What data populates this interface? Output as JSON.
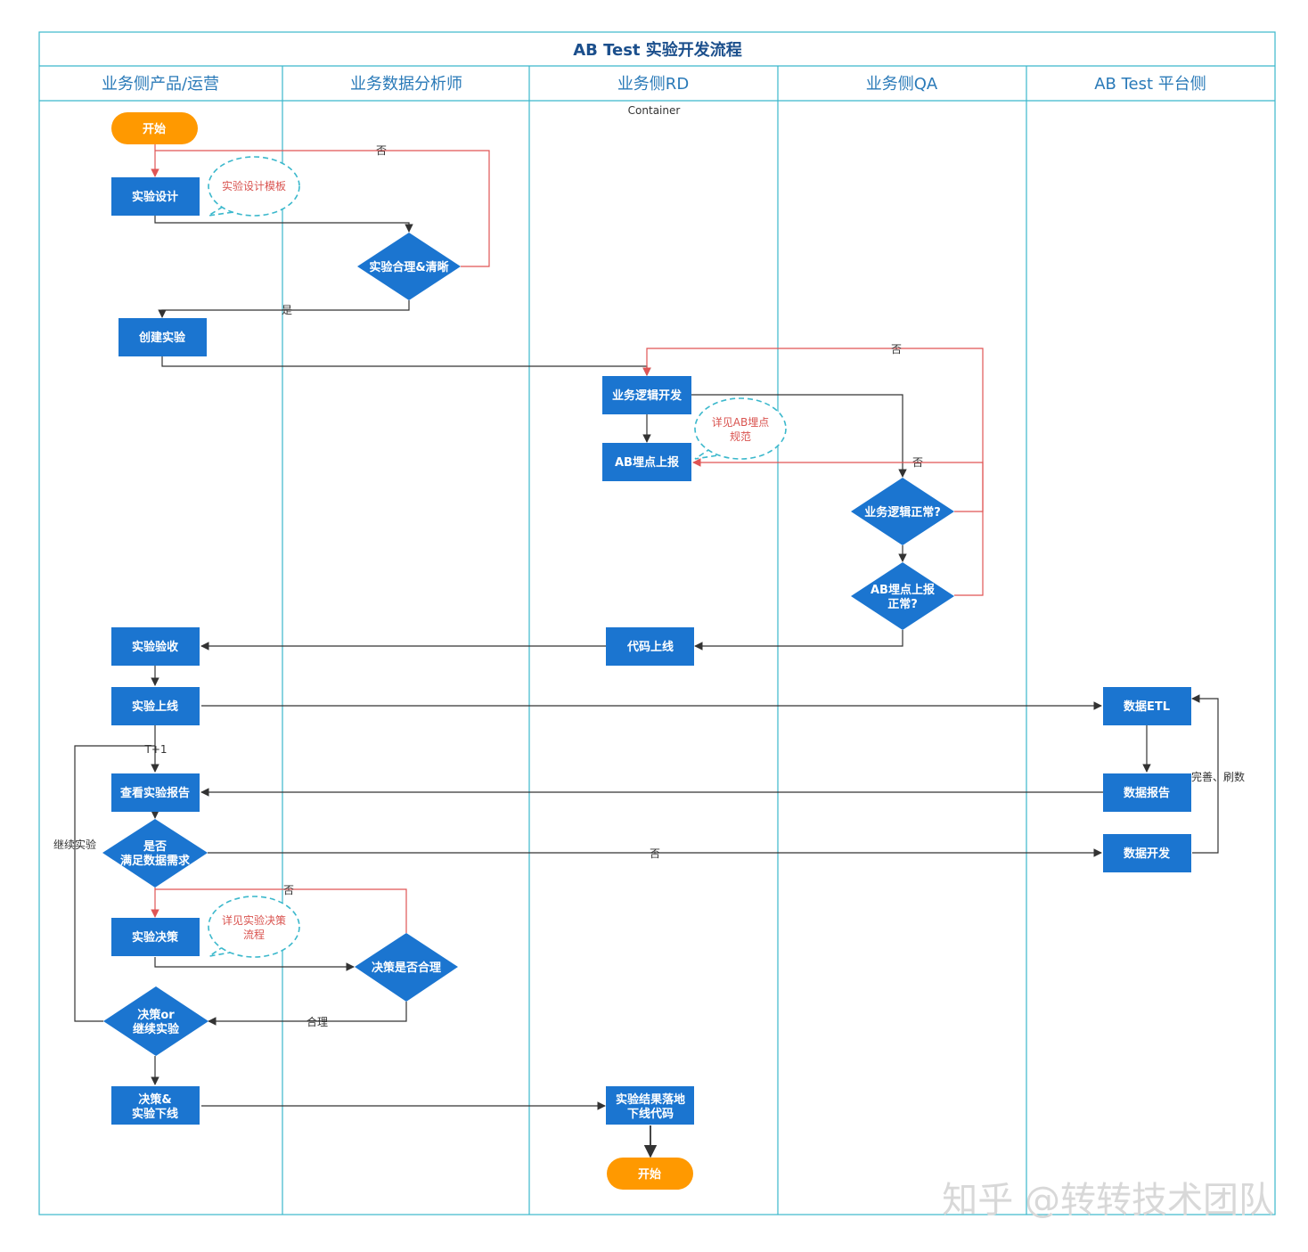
{
  "title": "AB Test 实验开发流程",
  "container_label": "Container",
  "watermark": "知乎 @转转技术团队",
  "colors": {
    "lane_border": "#3bb8cc",
    "title_color": "#1b4f8c",
    "lane_title_color": "#2a7ab8",
    "node_blue": "#1b75d0",
    "node_orange": "#ff9900",
    "edge_dark": "#333333",
    "edge_red": "#e05555",
    "note_border": "#3bb8cc",
    "note_text": "#d9534f"
  },
  "lanes": [
    {
      "id": "product",
      "label": "业务侧产品/运营"
    },
    {
      "id": "analyst",
      "label": "业务数据分析师"
    },
    {
      "id": "rd",
      "label": "业务侧RD"
    },
    {
      "id": "qa",
      "label": "业务侧QA"
    },
    {
      "id": "platform",
      "label": "AB Test 平台侧"
    }
  ],
  "nodes": {
    "start1": {
      "label": "开始",
      "shape": "terminal"
    },
    "design": {
      "label": "实验设计",
      "shape": "process"
    },
    "reasonable": {
      "label": "实验合理&清晰",
      "shape": "decision"
    },
    "create": {
      "label": "创建实验",
      "shape": "process"
    },
    "logic_dev": {
      "label": "业务逻辑开发",
      "shape": "process"
    },
    "ab_report": {
      "label": "AB埋点上报",
      "shape": "process"
    },
    "logic_ok": {
      "label": "业务逻辑正常?",
      "shape": "decision"
    },
    "ab_ok": {
      "label": "AB埋点上报\n正常?",
      "shape": "decision"
    },
    "code_online": {
      "label": "代码上线",
      "shape": "process"
    },
    "accept": {
      "label": "实验验收",
      "shape": "process"
    },
    "exp_online": {
      "label": "实验上线",
      "shape": "process"
    },
    "etl": {
      "label": "数据ETL",
      "shape": "process"
    },
    "view_report": {
      "label": "查看实验报告",
      "shape": "process"
    },
    "data_report": {
      "label": "数据报告",
      "shape": "process"
    },
    "meet_need": {
      "label": "是否\n满足数据需求",
      "shape": "decision"
    },
    "data_dev": {
      "label": "数据开发",
      "shape": "process"
    },
    "decision": {
      "label": "实验决策",
      "shape": "process"
    },
    "decision_ok": {
      "label": "决策是否合理",
      "shape": "decision"
    },
    "decide_or_continue": {
      "label": "决策or\n继续实验",
      "shape": "decision"
    },
    "decide_offline": {
      "label": "决策&\n实验下线",
      "shape": "process"
    },
    "land_code": {
      "label": "实验结果落地\n下线代码",
      "shape": "process"
    },
    "start2": {
      "label": "开始",
      "shape": "terminal"
    }
  },
  "notes": {
    "design_template": "实验设计模板",
    "ab_spec": "详见AB埋点\n规范",
    "decision_flow": "详见实验决策\n流程"
  },
  "edge_labels": {
    "no1": "否",
    "yes1": "是",
    "no2": "否",
    "no3": "否",
    "t1": "T+1",
    "continue": "继续实验",
    "no4": "否",
    "no5": "否",
    "reasonable": "合理",
    "refine": "完善、刷数"
  }
}
